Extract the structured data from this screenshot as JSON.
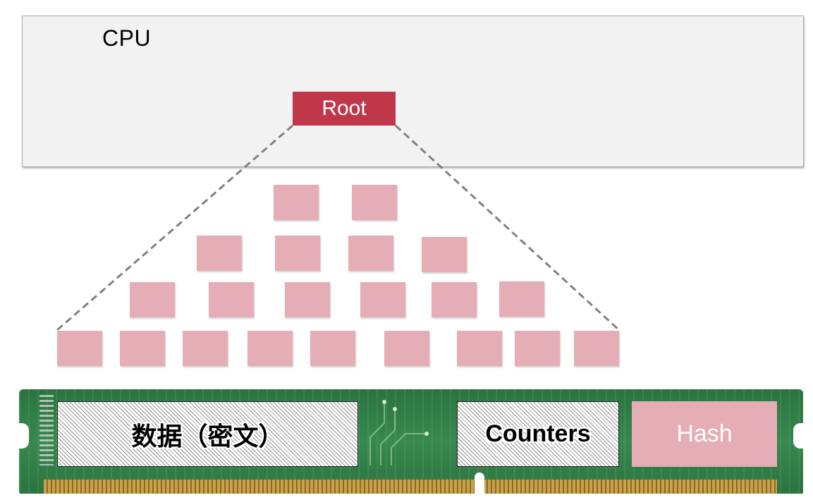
{
  "cpu": {
    "label": "CPU"
  },
  "root": {
    "label": "Root"
  },
  "memory": {
    "data_label": "数据（密文）",
    "counters_label": "Counters",
    "hash_label": "Hash"
  },
  "colors": {
    "root_fill": "#c0374a",
    "node_fill": "#e5adb5",
    "cpu_fill": "#f2f2f2",
    "dashed_line": "#808080",
    "ram_pcb": "#2f7a45"
  },
  "tree": {
    "levels": [
      {
        "node_count": 2
      },
      {
        "node_count": 4
      },
      {
        "node_count": 6
      },
      {
        "node_count": 9
      }
    ]
  }
}
